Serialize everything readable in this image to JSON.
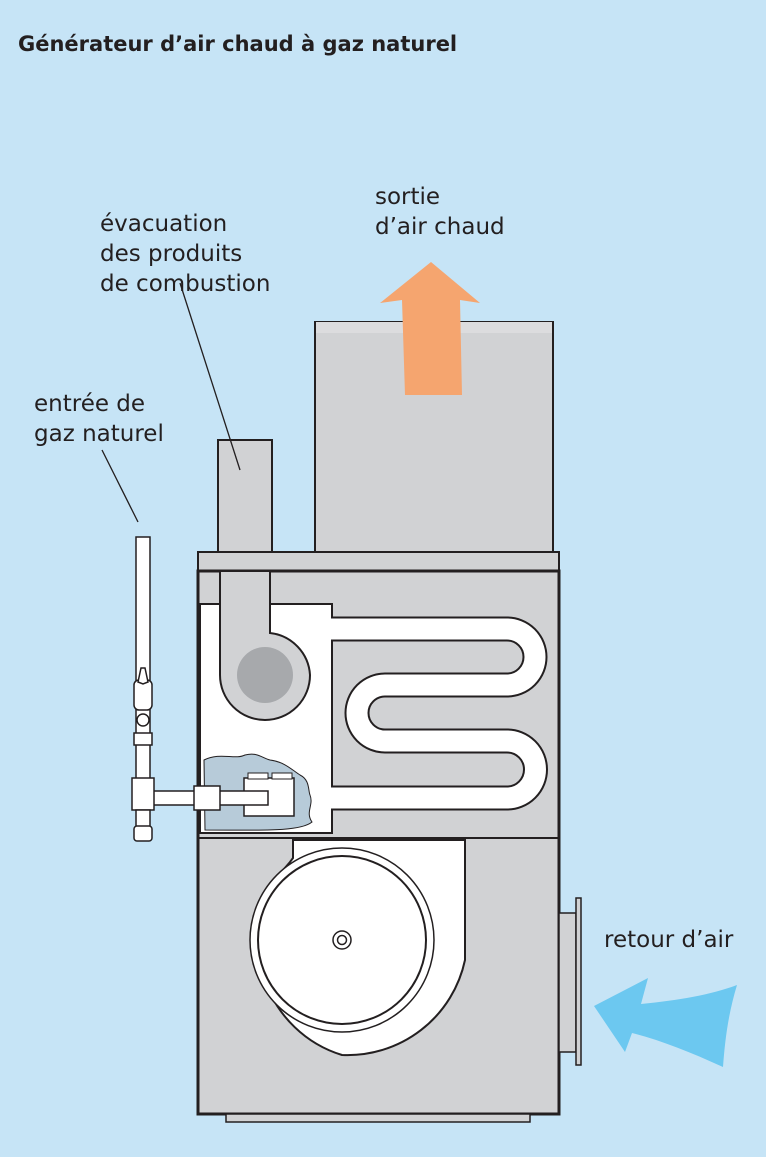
{
  "title": "Générateur d’air chaud à gaz naturel",
  "labels": {
    "hot_air_out": [
      "sortie",
      "d’air chaud"
    ],
    "exhaust": [
      "évacuation",
      "des produits",
      "de combustion"
    ],
    "gas_inlet": [
      "entrée de",
      "gaz naturel"
    ],
    "air_return": "retour d’air"
  },
  "colors": {
    "background": "#c6e4f6",
    "cabinet": "#d1d2d4",
    "hot_air_arrow": "#f5a56f",
    "return_air_arrow": "#6cc8f0",
    "flame_area": "#b7cbd9"
  }
}
